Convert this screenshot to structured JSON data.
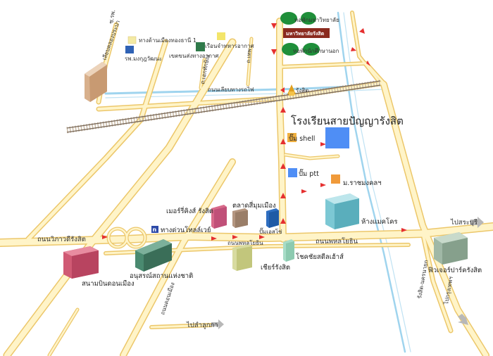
{
  "colors": {
    "road_fill": "#fff4c8",
    "road_edge": "#ecc76a",
    "canal": "#9fd4ee",
    "rail_main": "#7a6a5a",
    "rail_tie": "#c9b9a4",
    "arrow_red": "#e53030",
    "school_blue": "#4f8ef5",
    "gray_arrow": "#b8b8b8"
  },
  "map": {
    "school_title": "โรงเรียนสายปัญญารังสิต",
    "university": "มหาวิทยาลัยรังสิต",
    "university_tree": "หอพักมหาวิทยาลัย",
    "tree_label_2": "หอพักนักศึกษานอก",
    "rangsit_station": "รังสิต",
    "shell_station": "ปั๊ม shell",
    "ptt_station": "ปั๊ม ptt",
    "ratchamongkhon": "ม.ราชมงคลฯ",
    "makro": "ห้างแมคโคร",
    "future_park": "ฟิวเจอร์ปาร์ครังสิต",
    "merry_king": "เมอร์รี่คิงส์ รังสิต",
    "si_mum_market": "ตลาดสี่มุมเมือง",
    "pump_label": "ปั๊มเอสโซ่",
    "tollway": "ทางด่วนโทลล์เวย์",
    "chia_rangsit": "เชียร์รังสิต",
    "chokchai": "โชคชัยสตีลเฮ้าส์",
    "airport": "สนามบินดอนเมือง",
    "monument": "อนุสรณ์สถานแห่งชาติ",
    "rd_vibhavadi": "ถนนวิภาวดีรังสิต",
    "rd_phahonyothin": "ถนนพหลโยธิน",
    "rd_donmueang": "ถนนดอนเมือง",
    "rd_lamlukka": "ไปลำลูกกา",
    "to_saraburi": "ไปสระบุรี",
    "to_bangkok": "ไปกรุงเทพฯ",
    "rd_rangsit_nakhon": "รังสิต-นครนายก",
    "rd_railway": "ถนนเลียบทางรถไฟ",
    "rd_phahon_lower": "ถนนพหลโยธิน",
    "label_top_left_1": "ทางด้านเมืองทองธานี 1",
    "label_top_left_2": "รพ.มงกุฎวัฒนะ",
    "label_top_mid_1": "เขตขนส่งทางอากาศ",
    "label_top_mid_2": "เรือนจำทหารอากาศ",
    "label_soi_1": "ถ.เทพ",
    "label_soi_2": "ถ.เอกทักษิณ",
    "label_soi_3": "ซ.รพ.",
    "label_tower": "เลียบคลองประปา",
    "label_bottom_road": "ถนนพหลโยธิน"
  }
}
